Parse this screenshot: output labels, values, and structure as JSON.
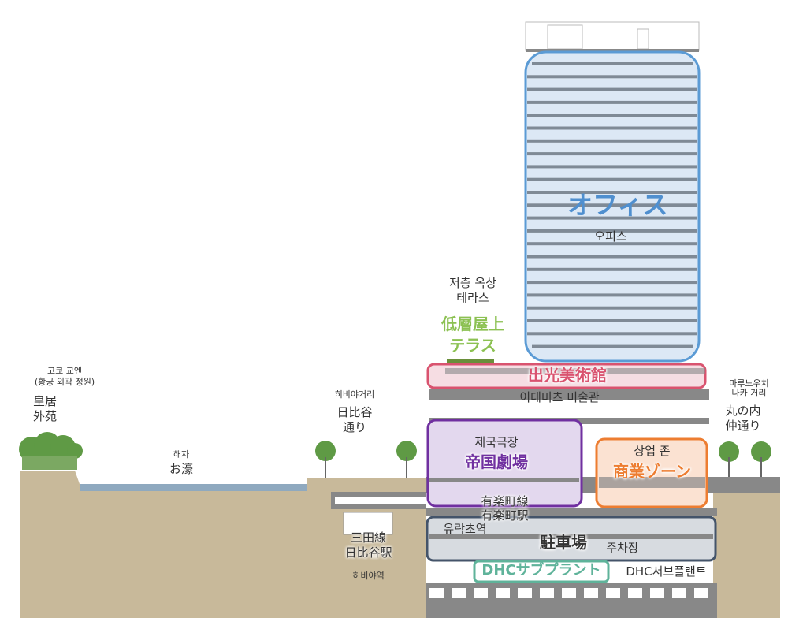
{
  "colors": {
    "office": "#5b9bd5",
    "museum": "#d9536f",
    "theater": "#7030a0",
    "commercial": "#ed7d31",
    "parking": "#44546a",
    "dhc": "#5fb39a",
    "terrace": "#8cc152",
    "ground": "#c8b99a",
    "water": "#8fa9bf"
  },
  "labels": {
    "office_ja": "オフィス",
    "office_ko": "오피스",
    "terrace_ko_1": "저층 옥상",
    "terrace_ko_2": "테라스",
    "terrace_ja_1": "低層屋上",
    "terrace_ja_2": "テラス",
    "museum_ja": "出光美術館",
    "museum_ko": "이데미츠 미술관",
    "theater_ko": "제국극장",
    "theater_ja": "帝国劇場",
    "commercial_ko": "상업 존",
    "commercial_ja": "商業ゾーン",
    "yurakucho_ja_1": "有楽町線",
    "yurakucho_ja_2": "有楽町駅",
    "yurakucho_ko": "유락초역",
    "parking_ja": "駐車場",
    "parking_ko": "주차장",
    "dhc_ja": "DHCサブプラント",
    "dhc_ko": "DHC서브플랜트",
    "kokyo_ko_1": "고쿄 교엔",
    "kokyo_ko_2": "(황궁 외곽 정원)",
    "kokyo_ja_1": "皇居",
    "kokyo_ja_2": "外苑",
    "moat_ko": "해자",
    "moat_ja": "お濠",
    "hibiya_st_ko": "히비야거리",
    "hibiya_st_ja_1": "日比谷",
    "hibiya_st_ja_2": "通り",
    "mita_ja_1": "三田線",
    "mita_ja_2": "日比谷駅",
    "mita_ko": "히비야역",
    "marunouchi_ko_1": "마루노우치",
    "marunouchi_ko_2": "나카 거리",
    "marunouchi_ja_1": "丸の内",
    "marunouchi_ja_2": "仲通り"
  }
}
